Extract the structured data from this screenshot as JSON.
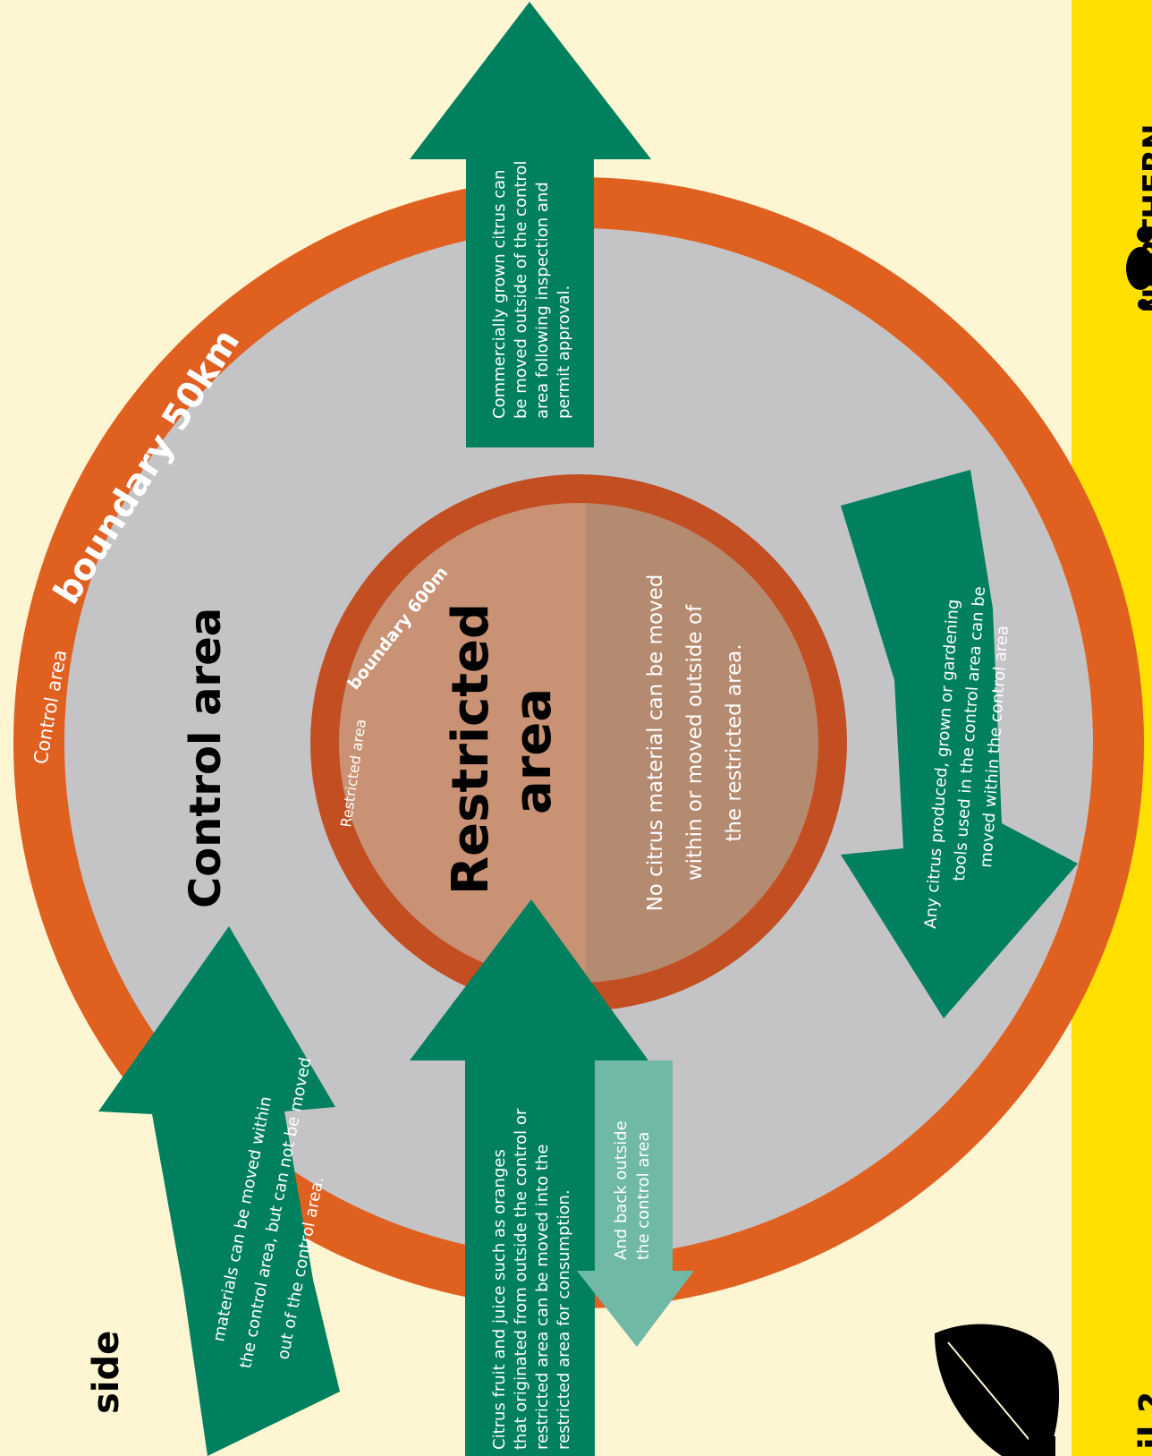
{
  "header": {
    "outside_partial": "side"
  },
  "control_area": {
    "title": "Control area",
    "boundary_label_small": "Control area",
    "boundary_label_big": "boundary 50km"
  },
  "restricted_area": {
    "title_line1": "Restricted",
    "title_line2": "area",
    "boundary_label_small": "Restricted area",
    "boundary_label_big": "boundary 600m",
    "note_lines": [
      "No citrus material can be moved",
      "within or moved outside of",
      "the restricted area."
    ]
  },
  "arrows": {
    "commercial": {
      "lines": [
        "Commercially grown citrus can",
        "be moved outside of the control",
        "area following inspection and",
        "permit approval."
      ]
    },
    "within_control": {
      "lines": [
        "Any citrus produced, grown or gardening",
        "tools used in the control area can be",
        "moved within the control area"
      ]
    },
    "materials": {
      "lines": [
        "materials can be moved within",
        "the control area, but can not be moved",
        "out of the control area."
      ]
    },
    "citrus_fruit": {
      "lines": [
        "Citrus fruit and juice such as oranges",
        "that originated from outside the control or",
        "restricted area can be moved into the",
        "restricted area for consumption."
      ]
    },
    "back_outside": {
      "lines": [
        "And back outside",
        "the control area"
      ]
    }
  },
  "sidebar": {
    "brand_partial": "NORTHERN",
    "partial_text": "il ?"
  },
  "colors": {
    "background": "#fef6d2",
    "orange_ring": "#e06020",
    "control_fill": "#c4c4c6",
    "restricted_ring": "#c24e22",
    "restricted_fill_left": "#c99274",
    "restricted_fill_right": "#b48a70",
    "arrow_green": "#00805f",
    "arrow_light": "#6fb9a6",
    "sidebar_yellow": "#ffe000"
  }
}
